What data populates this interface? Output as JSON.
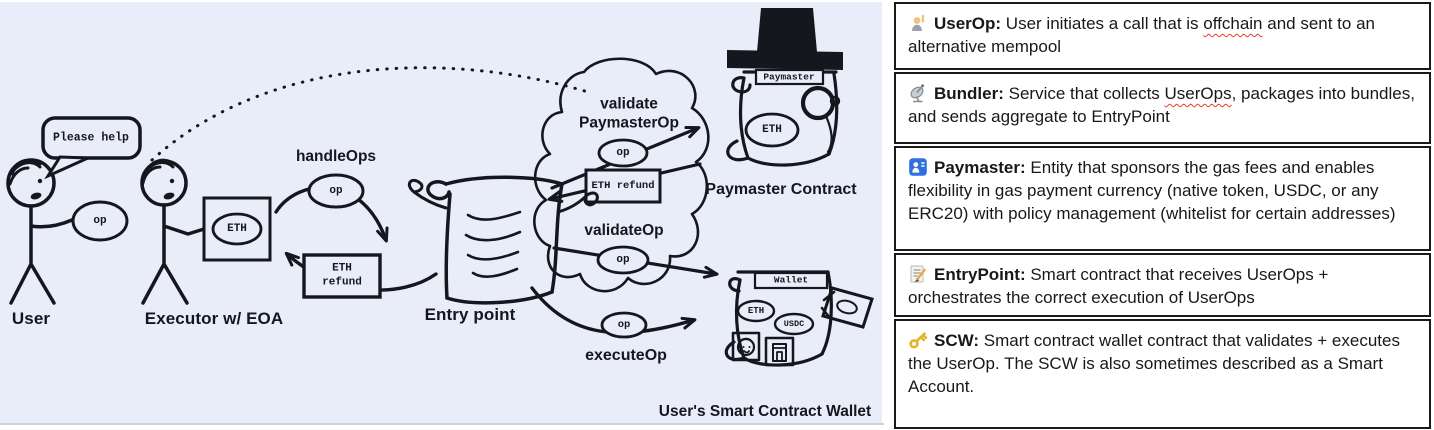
{
  "colors": {
    "background": "#e9edf9",
    "ink": "#16161f",
    "panel_border": "#1a1a1a",
    "panel_bg": "#ffffff",
    "spell": "#e5402a"
  },
  "diagram": {
    "user": {
      "label": "User",
      "speech": "Please help",
      "op": "op"
    },
    "executor": {
      "label": "Executor w/ EOA",
      "eth": "ETH"
    },
    "handle_ops": {
      "label": "handleOps",
      "op": "op",
      "eth_refund": "ETH refund"
    },
    "entry_point": {
      "label": "Entry point"
    },
    "cloud": {
      "title": "validate PaymasterOp",
      "op_top": "op",
      "eth_refund": "ETH refund",
      "validate_op": "validateOp",
      "op_bottom": "op"
    },
    "execute_op": {
      "label": "executeOp",
      "op": "op"
    },
    "paymaster": {
      "label": "Paymaster Contract",
      "banner": "Paymaster",
      "eth": "ETH"
    },
    "wallet": {
      "label": "User's Smart Contract Wallet",
      "banner": "Wallet",
      "eth": "ETH",
      "usdc": "USDC"
    }
  },
  "panel": {
    "entries": [
      {
        "icon": "person-raising-hand-icon",
        "segments": [
          {
            "t": "UserOp:",
            "style": "bold"
          },
          {
            "t": " User initiates a call that is ",
            "style": "normal"
          },
          {
            "t": "offchain",
            "style": "wavy"
          },
          {
            "t": " and sent to an alternative mempool",
            "style": "normal"
          }
        ]
      },
      {
        "icon": "satellite-antenna-icon",
        "segments": [
          {
            "t": "Bundler:",
            "style": "bold"
          },
          {
            "t": " Service that collects ",
            "style": "normal"
          },
          {
            "t": "UserOps",
            "style": "wavy"
          },
          {
            "t": ", packages into bundles, and sends aggregate to EntryPoint",
            "style": "normal"
          }
        ]
      },
      {
        "icon": "passport-control-icon",
        "segments": [
          {
            "t": "Paymaster:",
            "style": "bold"
          },
          {
            "t": " Entity that sponsors the gas fees and enables flexibility in gas payment currency (native token, USDC, or any ERC20) with policy management (whitelist for certain addresses)",
            "style": "normal"
          }
        ]
      },
      {
        "icon": "memo-icon",
        "segments": [
          {
            "t": "EntryPoint:",
            "style": "bold"
          },
          {
            "t": " Smart contract that receives UserOps + orchestrates the correct execution of UserOps",
            "style": "normal"
          }
        ]
      },
      {
        "icon": "key-icon",
        "segments": [
          {
            "t": "SCW:",
            "style": "bold"
          },
          {
            "t": " Smart contract wallet contract that validates + executes the UserOp. The SCW is also sometimes described as a Smart Account.",
            "style": "normal"
          }
        ]
      }
    ]
  }
}
